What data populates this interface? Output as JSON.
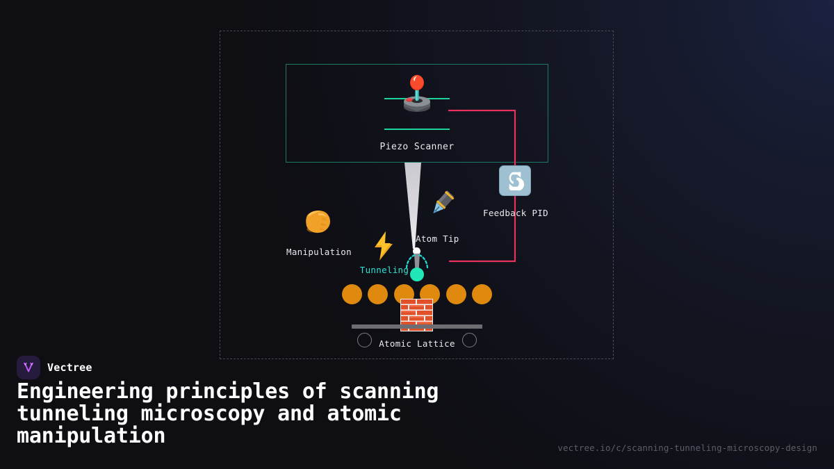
{
  "brand": {
    "name": "Vectree",
    "logo_icon": "vectree-branch-logo-icon",
    "logo_bg": "#261a3d",
    "logo_accent": "#c05cff"
  },
  "page": {
    "title": "Engineering principles of scanning tunneling microscopy and atomic manipulation",
    "url": "vectree.io/c/scanning-tunneling-microscopy-design",
    "background": "#0e0e13",
    "background_accent": "#1b2140"
  },
  "diagram": {
    "frame": {
      "style": "dashed",
      "color": "#4a4a52"
    },
    "piezo": {
      "label": "Piezo Scanner",
      "icon": "joystick-icon",
      "border_color": "#1d7a63",
      "line_color": "#1fd49c"
    },
    "feedback": {
      "label": "Feedback PID",
      "icon": "repeat-arrows-icon",
      "path_color": "#e8315c",
      "icon_bg": "#9ec0d0"
    },
    "tip": {
      "label": "Atom Tip",
      "icon": "fountain-pen-icon",
      "cone_color": "#d4d4d8",
      "apex_color": "#ffffff"
    },
    "tunneling": {
      "label": "Tunneling",
      "icon": "lightning-bolt-icon",
      "color": "#2ee3d2",
      "atom_color": "#21e6b5"
    },
    "manipulation": {
      "label": "Manipulation",
      "icon": "pinching-hand-icon"
    },
    "lattice": {
      "label": "Atomic Lattice",
      "icon": "brick-wall-icon",
      "atom_color": "#e0890f",
      "atom_count": 6,
      "atom_positions": [
        0,
        37.4,
        74.8,
        112.2,
        149.6,
        187
      ],
      "bar_color": "#6e6e72",
      "ring_color": "#7c7c85"
    }
  }
}
